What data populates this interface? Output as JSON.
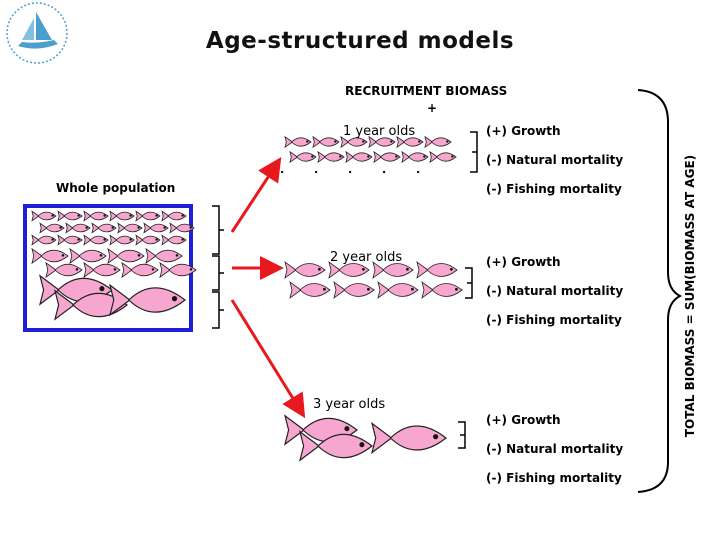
{
  "title": "Age-structured models",
  "logo_icon": "boat-logo-icon",
  "recruitment": {
    "line1": "RECRUITMENT BIOMASS",
    "line2": "+"
  },
  "whole_population": "Whole population",
  "age_groups": [
    {
      "label": "1 year olds",
      "effects": [
        "(+) Growth",
        "(-) Natural mortality",
        "(-) Fishing mortality"
      ]
    },
    {
      "label": "2 year olds",
      "effects": [
        "(+) Growth",
        "(-) Natural mortality",
        "(-) Fishing mortality"
      ]
    },
    {
      "label": "3 year olds",
      "effects": [
        "(+) Growth",
        "(-) Natural mortality",
        "(-) Fishing mortality"
      ]
    }
  ],
  "total_biomass": "TOTAL BIOMASS = SUM(BIOMASS AT AGE)",
  "colors": {
    "fish_fill": "#f7a6cf",
    "fish_stroke": "#222222",
    "box_border": "#1f1fd8",
    "arrow": "#e8191e",
    "logo": "#4a9fcf"
  }
}
